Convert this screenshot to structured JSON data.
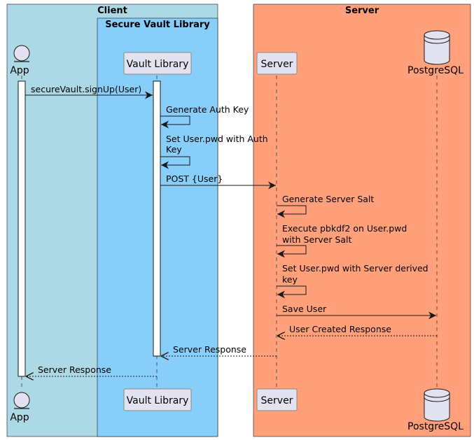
{
  "groups": {
    "client": "Client",
    "secure_vault": "Secure Vault Library",
    "server": "Server"
  },
  "participants": {
    "app": "App",
    "vault": "Vault Library",
    "server": "Server",
    "db": "PostgreSQL"
  },
  "messages": {
    "m1": "secureVault.signUp(User)",
    "m2": "Generate Auth Key",
    "m3_l1": "Set User.pwd with Auth",
    "m3_l2": "Key",
    "m4": "POST {User}",
    "m5": "Generate Server Salt",
    "m6_l1": "Execute pbkdf2 on User.pwd",
    "m6_l2": "with Server Salt",
    "m7_l1": "Set User.pwd with Server derived",
    "m7_l2": "key",
    "m8": "Save User",
    "m9": "User Created Response",
    "m10": "Server Response",
    "m11": "Server Response"
  },
  "colors": {
    "client_bg": "#add8e6",
    "secure_vault_bg": "#87cefa",
    "server_bg": "#ffa07a",
    "participant_bg": "#e2e2f0"
  }
}
